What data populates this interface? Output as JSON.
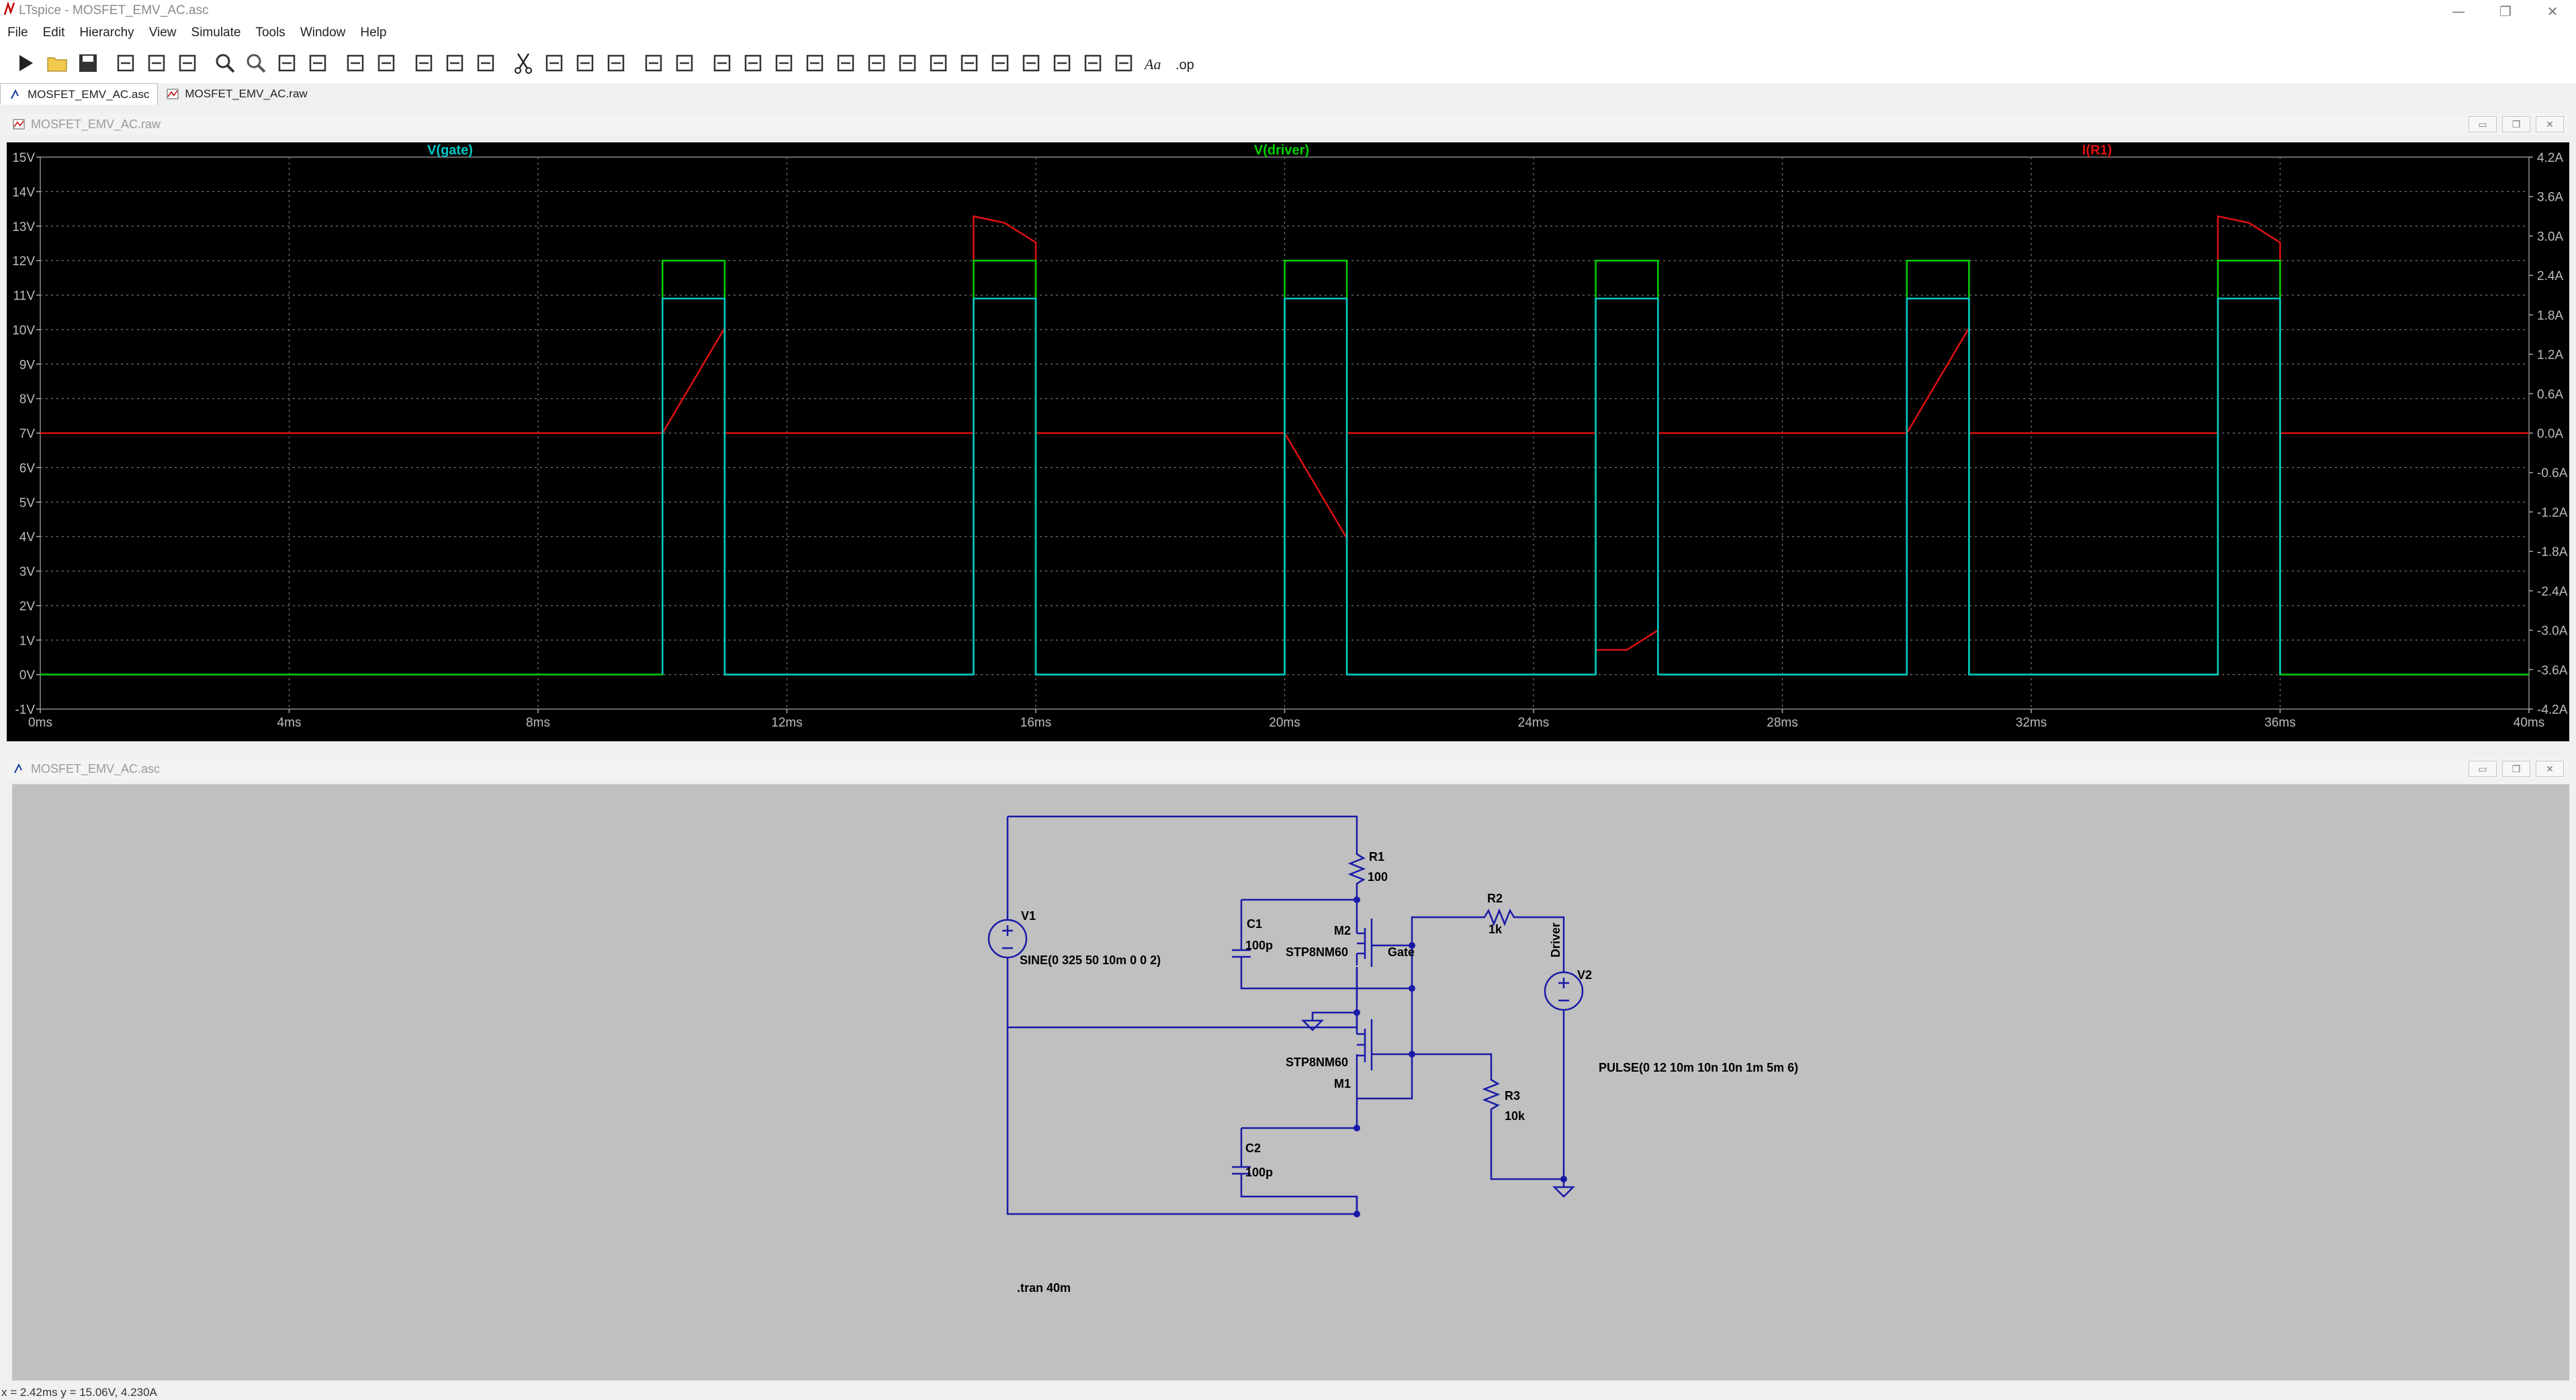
{
  "window": {
    "title": "LTspice - MOSFET_EMV_AC.asc",
    "controls": [
      "—",
      "❐",
      "✕"
    ]
  },
  "menu": [
    "File",
    "Edit",
    "Hierarchy",
    "View",
    "Simulate",
    "Tools",
    "Window",
    "Help"
  ],
  "toolbar_icons": [
    "run-icon",
    "open-icon",
    "save-icon",
    "control-panel-icon",
    "halt-icon",
    "pan-icon",
    "zoom-in-icon",
    "zoom-out-icon",
    "zoom-back-icon",
    "zoom-fit-icon",
    "autorange-icon",
    "pick-traces-icon",
    "tile-vertical-icon",
    "tile-horizontal-icon",
    "cascade-icon",
    "cut-icon",
    "copy-icon",
    "paste-icon",
    "find-icon",
    "print-icon",
    "print-preview-icon",
    "wire-icon",
    "ground-icon",
    "label-icon",
    "component-icon",
    "resistor-icon",
    "capacitor-icon",
    "inductor-icon",
    "diode-icon",
    "move-icon",
    "drag-icon",
    "undo-icon",
    "redo-icon",
    "rotate-icon",
    "mirror-icon",
    "text-icon",
    "spice-directive-icon"
  ],
  "tabs": [
    {
      "label": "MOSFET_EMV_AC.asc",
      "active": true
    },
    {
      "label": "MOSFET_EMV_AC.raw",
      "active": false
    }
  ],
  "waveform_window": {
    "caption": "MOSFET_EMV_AC.raw",
    "trace_labels": [
      {
        "text": "V(gate)",
        "color": "#00c8c8"
      },
      {
        "text": "V(driver)",
        "color": "#00d000"
      },
      {
        "text": "I(R1)",
        "color": "#e01010"
      }
    ]
  },
  "schematic_window": {
    "caption": "MOSFET_EMV_AC.asc",
    "labels": {
      "v1": "V1",
      "v1_value": "SINE(0 325 50 10m 0 0 2)",
      "r1": "R1",
      "r1_value": "100",
      "r2": "R2",
      "r2_value": "1k",
      "r3": "R3",
      "r3_value": "10k",
      "c1": "C1",
      "c1_value": "100p",
      "c2": "C2",
      "c2_value": "100p",
      "m2": "M2",
      "m2_model": "STP8NM60",
      "m1": "M1",
      "m1_model": "STP8NM60",
      "gate_net": "Gate",
      "driver_net": "Driver",
      "v2": "V2",
      "v2_value": "PULSE(0 12 10m 10n 10n 1m 5m 6)",
      "directive": ".tran 40m"
    }
  },
  "status": "x = 2.42ms   y = 15.06V, 4.230A",
  "chart_data": {
    "type": "line",
    "title": "",
    "xlabel": "",
    "ylabel": "",
    "xlim": [
      0,
      40
    ],
    "ylim": [
      -1,
      15
    ],
    "y2lim": [
      -4.2,
      4.2
    ],
    "x_unit": "ms",
    "x_ticks": [
      "0ms",
      "4ms",
      "8ms",
      "12ms",
      "16ms",
      "20ms",
      "24ms",
      "28ms",
      "32ms",
      "36ms",
      "40ms"
    ],
    "y_ticks": [
      "-1V",
      "0V",
      "1V",
      "2V",
      "3V",
      "4V",
      "5V",
      "6V",
      "7V",
      "8V",
      "9V",
      "10V",
      "11V",
      "12V",
      "13V",
      "14V",
      "15V"
    ],
    "y2_ticks": [
      "-4.2A",
      "-3.6A",
      "-3.0A",
      "-2.4A",
      "-1.8A",
      "-1.2A",
      "-0.6A",
      "0.0A",
      "0.6A",
      "1.2A",
      "1.8A",
      "2.4A",
      "3.0A",
      "3.6A",
      "4.2A"
    ],
    "grid": true,
    "legend": "top",
    "series": [
      {
        "name": "V(driver)",
        "color": "#00d000",
        "axis": "left",
        "x": [
          0,
          10,
          10,
          11,
          11,
          15,
          15,
          16,
          16,
          20,
          20,
          21,
          21,
          25,
          25,
          26,
          26,
          30,
          30,
          31,
          31,
          35,
          35,
          36,
          36,
          40
        ],
        "y": [
          0,
          0,
          12,
          12,
          0,
          0,
          12,
          12,
          0,
          0,
          12,
          12,
          0,
          0,
          12,
          12,
          0,
          0,
          12,
          12,
          0,
          0,
          12,
          12,
          0,
          0
        ]
      },
      {
        "name": "V(gate)",
        "color": "#00c8c8",
        "axis": "left",
        "x": [
          10,
          10,
          11,
          11,
          15,
          15,
          16,
          16,
          20,
          20,
          21,
          21,
          25,
          25,
          26,
          26,
          30,
          30,
          31,
          31,
          35,
          35,
          36,
          36
        ],
        "y": [
          0,
          10.9,
          10.9,
          0,
          0,
          10.9,
          10.9,
          0,
          0,
          10.9,
          10.9,
          0,
          0,
          10.9,
          10.9,
          0,
          0,
          10.9,
          10.9,
          0,
          0,
          10.9,
          10.9,
          0
        ]
      },
      {
        "name": "I(R1)",
        "color": "#e01010",
        "axis": "right",
        "x": [
          0,
          10,
          11,
          11,
          15,
          15,
          15.5,
          16,
          16,
          20,
          21,
          21,
          25,
          25,
          25.5,
          26,
          26,
          30,
          31,
          31,
          35,
          35,
          35.5,
          36,
          36,
          40
        ],
        "y": [
          0,
          0,
          1.6,
          0,
          0,
          3.3,
          3.2,
          2.9,
          0,
          0,
          -1.6,
          0,
          0,
          -3.3,
          -3.3,
          -3.0,
          0,
          0,
          1.6,
          0,
          0,
          3.3,
          3.2,
          2.9,
          0,
          0
        ]
      }
    ]
  }
}
